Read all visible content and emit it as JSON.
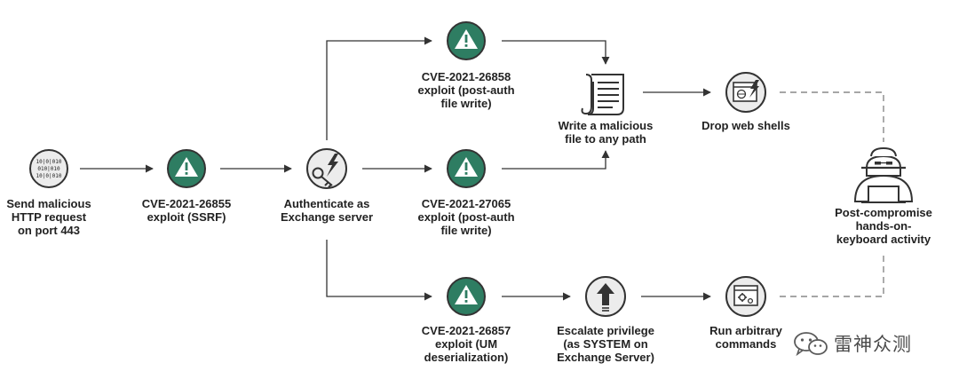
{
  "colors": {
    "stroke": "#333333",
    "circle_fill": "#ececec",
    "warning_fill": "#2e7d62",
    "dashed": "#888888"
  },
  "nodes": {
    "send_request": "Send malicious\nHTTP request\non port 443",
    "cve_26855": "CVE-2021-26855\nexploit (SSRF)",
    "authenticate": "Authenticate as\nExchange server",
    "cve_26858": "CVE-2021-26858\nexploit (post-auth\nfile write)",
    "cve_27065": "CVE-2021-27065\nexploit (post-auth\nfile write)",
    "cve_26857": "CVE-2021-26857\nexploit (UM\ndeserialization)",
    "write_file": "Write a malicious\nfile to any path",
    "escalate": "Escalate privilege\n(as SYSTEM on\nExchange Server)",
    "drop_webshells": "Drop web shells",
    "run_commands": "Run arbitrary\ncommands",
    "post_compromise": "Post-compromise\nhands-on-\nkeyboard activity"
  },
  "binary_icon_text": [
    "10|0|010",
    "010|010",
    "10|0|010"
  ],
  "watermark": {
    "text": "雷神众测",
    "icon": "wechat-icon"
  }
}
